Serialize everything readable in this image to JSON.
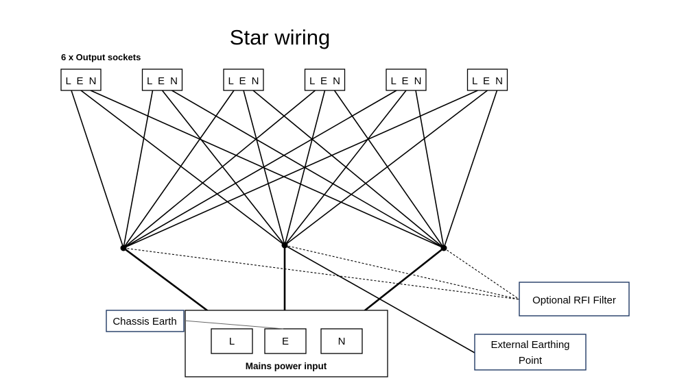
{
  "title": "Star wiring",
  "subtitle": "6 x Output sockets",
  "sockets": [
    {
      "label": "L E N"
    },
    {
      "label": "L E N"
    },
    {
      "label": "L E N"
    },
    {
      "label": "L E N"
    },
    {
      "label": "L E N"
    },
    {
      "label": "L E N"
    }
  ],
  "mains": {
    "label": "Mains power input",
    "terminals": [
      "L",
      "E",
      "N"
    ]
  },
  "chassis_earth": "Chassis Earth",
  "rfi_filter": "Optional RFI Filter",
  "external_earth": [
    "External Earthing",
    "Point"
  ]
}
